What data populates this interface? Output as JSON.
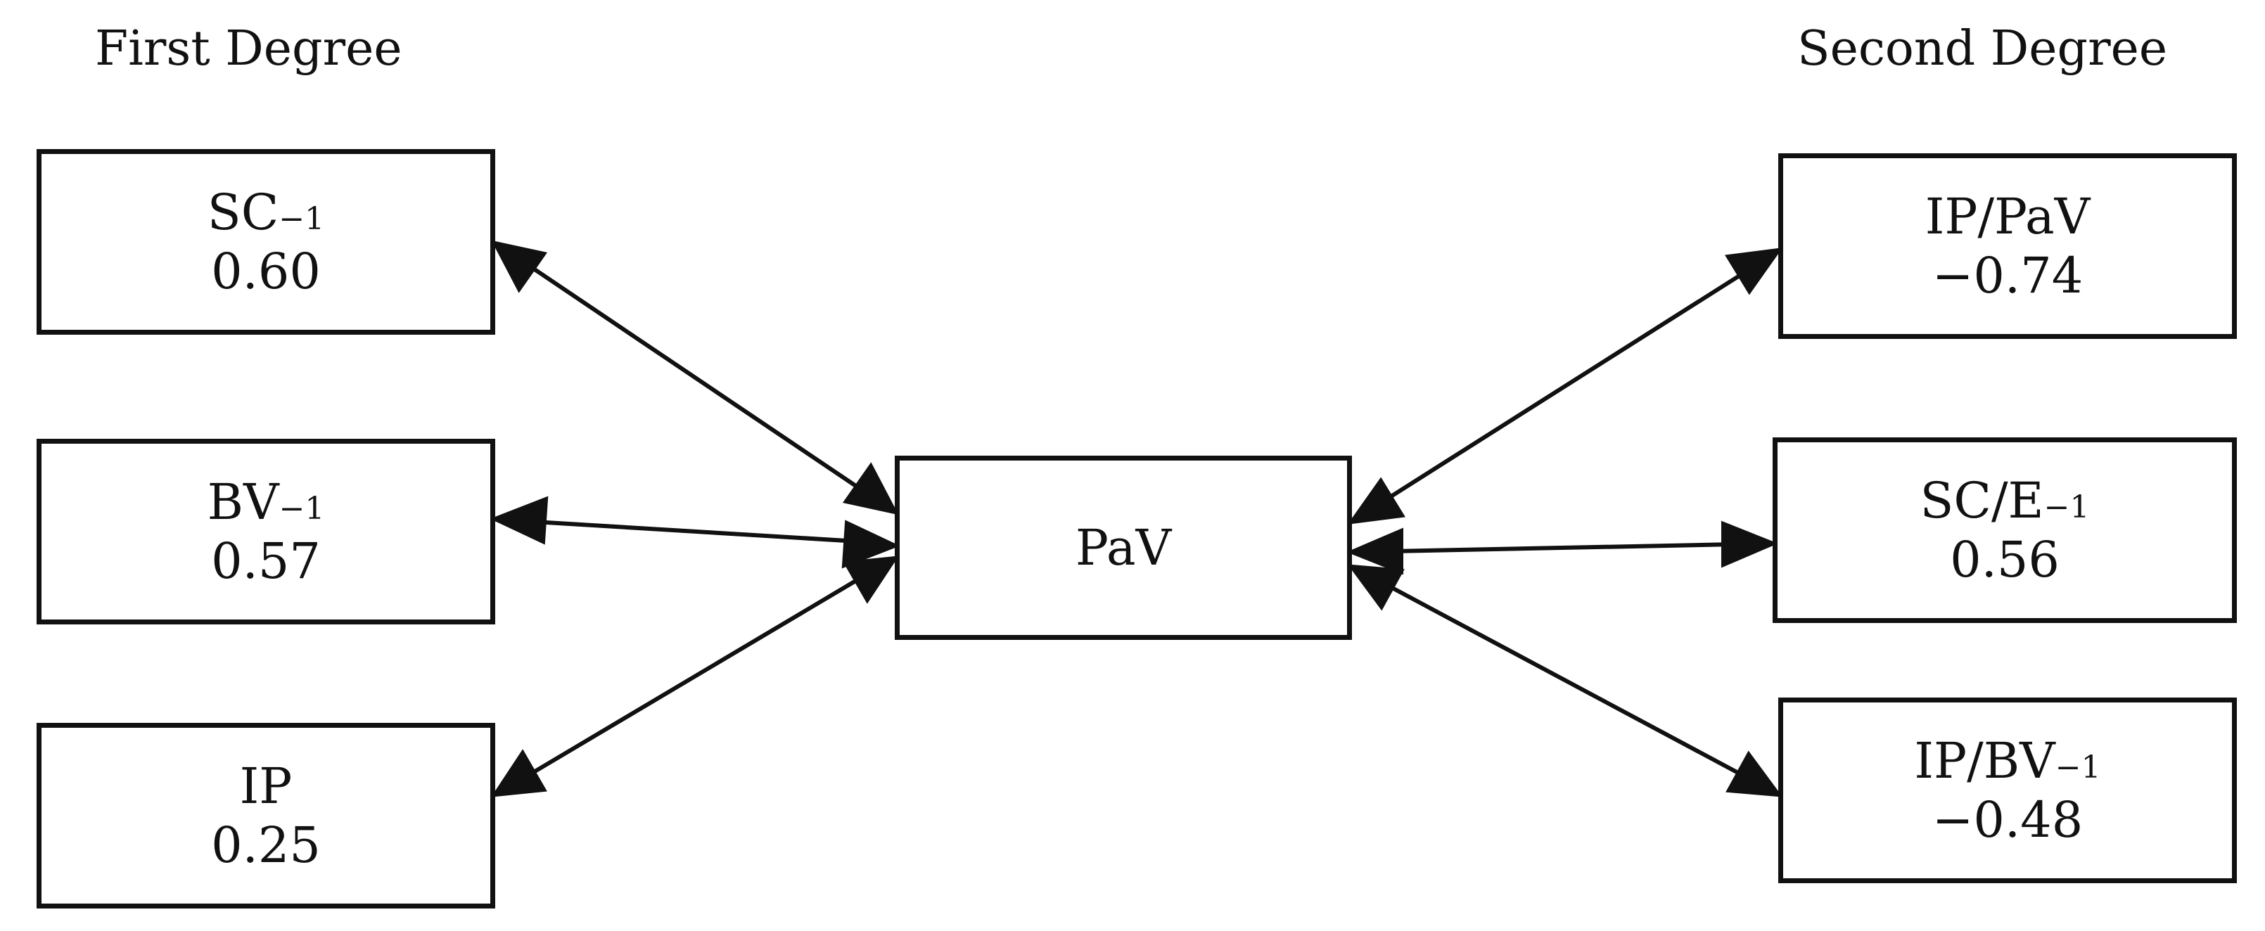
{
  "headings": {
    "first_degree": "First Degree",
    "second_degree": "Second Degree"
  },
  "center": {
    "label": "PaV"
  },
  "first_degree": [
    {
      "label": "SC",
      "sub": "−1",
      "value": "0.60"
    },
    {
      "label": "BV",
      "sub": "−1",
      "value": "0.57"
    },
    {
      "label": "IP",
      "sub": "",
      "value": "0.25"
    }
  ],
  "second_degree": [
    {
      "label": "IP/PaV",
      "sub": "",
      "value": "−0.74"
    },
    {
      "label": "SC/E",
      "sub": "−1",
      "value": "0.56"
    },
    {
      "label": "IP/BV",
      "sub": "−1",
      "value": "−0.48"
    }
  ],
  "colors": {
    "line": "#111111",
    "background": "#ffffff"
  }
}
